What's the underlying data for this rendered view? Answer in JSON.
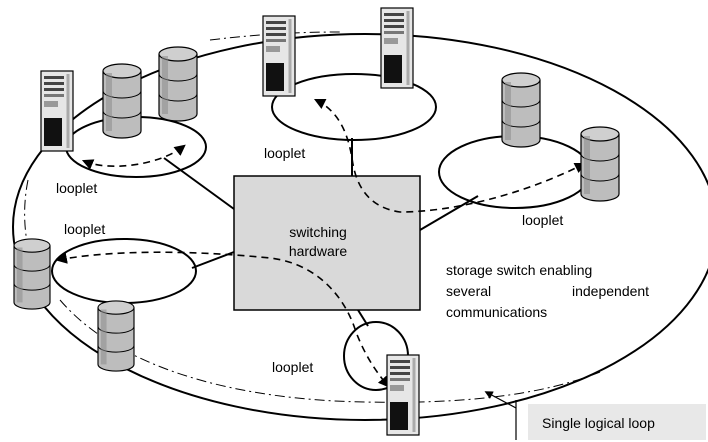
{
  "labels": {
    "looplet_top": "looplet",
    "looplet_topleft": "looplet",
    "looplet_right": "looplet",
    "looplet_left": "looplet",
    "looplet_bottom": "looplet",
    "switch_line1": "switching",
    "switch_line2": "hardware",
    "desc_line1": "storage switch enabling",
    "desc_line2_a": "several",
    "desc_line2_b": "independent",
    "desc_line3": "communications",
    "single_loop": "Single logical loop"
  },
  "colors": {
    "switch_fill": "#d9d9d9",
    "disk_fill": "#bdbdbd",
    "server_fill": "#e6e6e6",
    "stroke": "#000000"
  },
  "icons": [
    "disk-icon",
    "server-icon"
  ]
}
